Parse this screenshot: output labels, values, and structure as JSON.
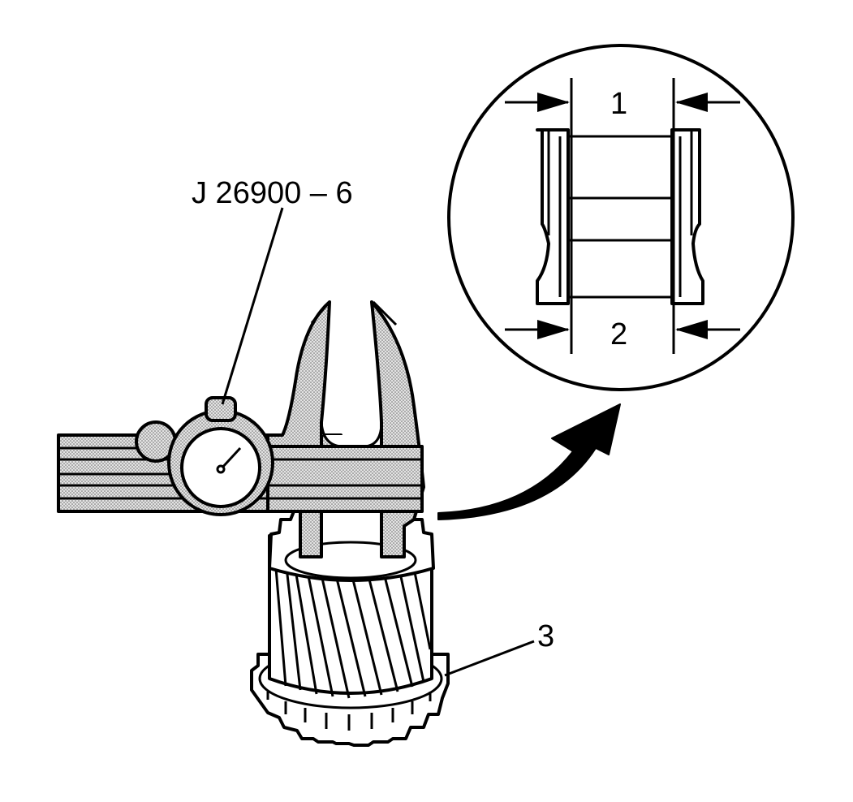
{
  "labels": {
    "tool": "J 26900 – 6",
    "dim_top": "1",
    "dim_bottom": "2",
    "gear": "3"
  },
  "colors": {
    "line": "#000000",
    "fill": "#ffffff",
    "stipple": "#bdbdbd"
  },
  "icons": {
    "caliper": "dial-caliper-illustration",
    "gear": "helical-gear-illustration",
    "detail": "magnified-bore-detail",
    "arrow": "curved-arrow"
  }
}
